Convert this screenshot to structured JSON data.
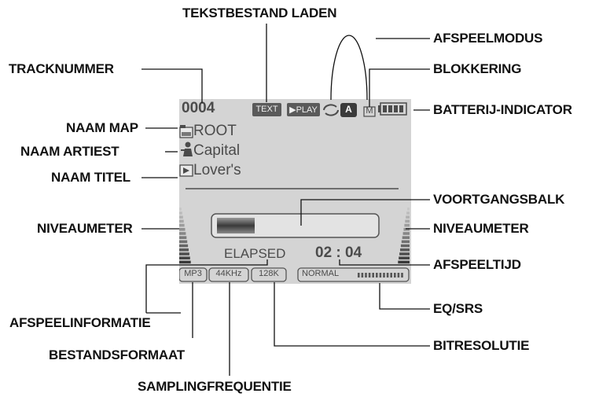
{
  "callouts": {
    "tekstbestand_laden": "TEKSTBESTAND LADEN",
    "afspeelmodus": "AFSPEELMODUS",
    "tracknummer": "TRACKNUMMER",
    "blokkering": "BLOKKERING",
    "batterij_indicator": "BATTERIJ-INDICATOR",
    "naam_map": "NAAM MAP",
    "naam_artiest": "NAAM ARTIEST",
    "naam_titel": "NAAM TITEL",
    "voortgangsbalk": "VOORTGANGSBALK",
    "niveaumeter_left": "NIVEAUMETER",
    "niveaumeter_right": "NIVEAUMETER",
    "afspeeltijd": "AFSPEELTIJD",
    "eq_srs": "EQ/SRS",
    "afspeelinformatie": "AFSPEELINFORMATIE",
    "bitresolutie": "BITRESOLUTIE",
    "bestandsformaat": "BESTANDSFORMAAT",
    "samplingfrequentie": "SAMPLINGFREQUENTIE"
  },
  "display": {
    "track_number": "0004",
    "text_badge": "TEXT",
    "play_badge": "▶PLAY",
    "mode_letter": "A",
    "hold_letter": "M",
    "folder_name": "ROOT",
    "artist_name": "Capital",
    "title_name": "Lover's",
    "progress": 0.24,
    "elapsed_label": "ELAPSED",
    "time": "02 : 04",
    "format": "MP3",
    "sample_rate": "44KHz",
    "bitrate": "128K",
    "eq_mode": "NORMAL"
  },
  "colors": {
    "lcd_background": "#d4d4d4",
    "lcd_text": "#4b4b4b",
    "leader_line": "#111111"
  },
  "icons": {
    "folder": "folder-icon",
    "artist": "artist-icon",
    "title": "song-title-icon",
    "repeat": "repeat-icon",
    "hold": "hold-lock-icon",
    "battery": "battery-icon"
  }
}
